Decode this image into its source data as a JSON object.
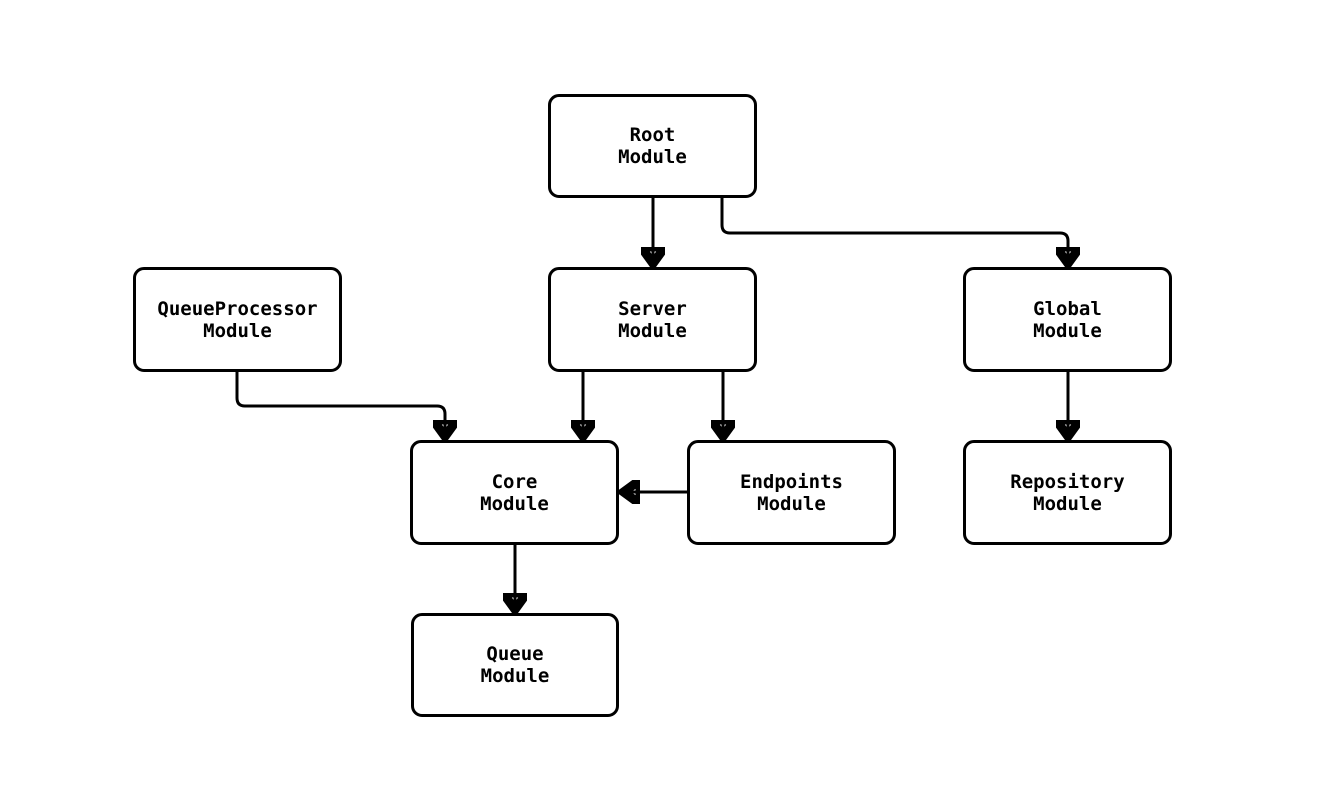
{
  "diagram": {
    "type": "module-dependency-graph",
    "colors": {
      "background": "#ffffff",
      "stroke": "#000000",
      "text": "#000000",
      "node_fill": "#ffffff"
    },
    "nodes": [
      {
        "id": "root",
        "line1": "Root",
        "line2": "Module"
      },
      {
        "id": "queueprocessor",
        "line1": "QueueProcessor",
        "line2": "Module"
      },
      {
        "id": "server",
        "line1": "Server",
        "line2": "Module"
      },
      {
        "id": "global",
        "line1": "Global",
        "line2": "Module"
      },
      {
        "id": "core",
        "line1": "Core",
        "line2": "Module"
      },
      {
        "id": "endpoints",
        "line1": "Endpoints",
        "line2": "Module"
      },
      {
        "id": "repository",
        "line1": "Repository",
        "line2": "Module"
      },
      {
        "id": "queue",
        "line1": "Queue",
        "line2": "Module"
      }
    ],
    "edges": [
      {
        "from": "Root Module",
        "to": "Server Module"
      },
      {
        "from": "Root Module",
        "to": "Global Module"
      },
      {
        "from": "QueueProcessor Module",
        "to": "Core Module"
      },
      {
        "from": "Server Module",
        "to": "Core Module"
      },
      {
        "from": "Server Module",
        "to": "Endpoints Module"
      },
      {
        "from": "Endpoints Module",
        "to": "Core Module"
      },
      {
        "from": "Global Module",
        "to": "Repository Module"
      },
      {
        "from": "Core Module",
        "to": "Queue Module"
      }
    ]
  }
}
